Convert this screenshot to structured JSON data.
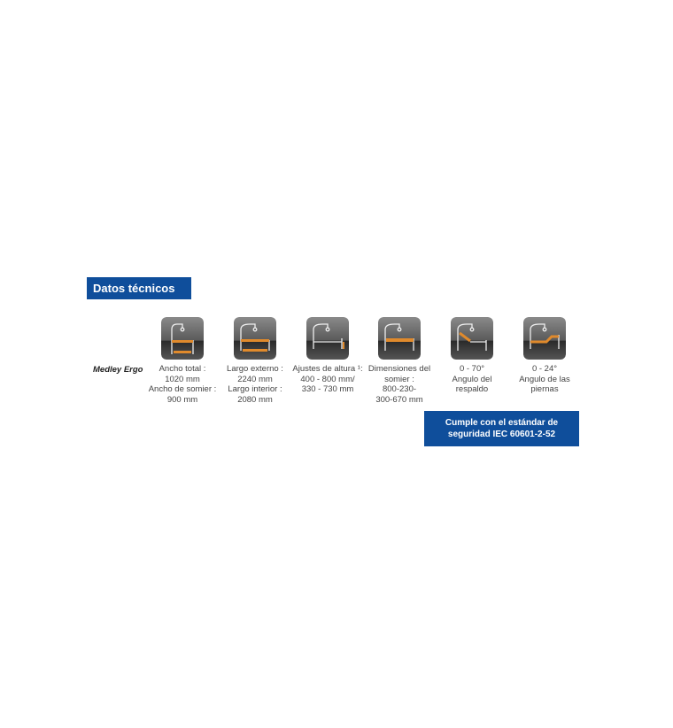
{
  "section_title": "Datos técnicos",
  "model": "Medley Ergo",
  "specs": [
    {
      "icon": "bed-width-icon",
      "text": "Ancho total :\n1020 mm\nAncho de somier :\n900 mm"
    },
    {
      "icon": "bed-length-icon",
      "text": "Largo externo :\n2240 mm\nLargo interior :\n2080 mm"
    },
    {
      "icon": "bed-height-icon",
      "text": "Ajustes de altura ¹:\n400 - 800 mm/\n330 - 730 mm"
    },
    {
      "icon": "mattress-sections-icon",
      "text": "Dimensiones del\nsomier :\n800-230-\n300-670 mm"
    },
    {
      "icon": "backrest-angle-icon",
      "text": "0 - 70°\nAngulo del\nrespaldo"
    },
    {
      "icon": "leg-angle-icon",
      "text": "0 - 24°\nAngulo de las\npiernas"
    }
  ],
  "standard_badge": "Cumple con el estándar de\nseguridad IEC 60601-2-52",
  "colors": {
    "brand_blue": "#0f4e9b",
    "accent_orange": "#e08a2c"
  }
}
